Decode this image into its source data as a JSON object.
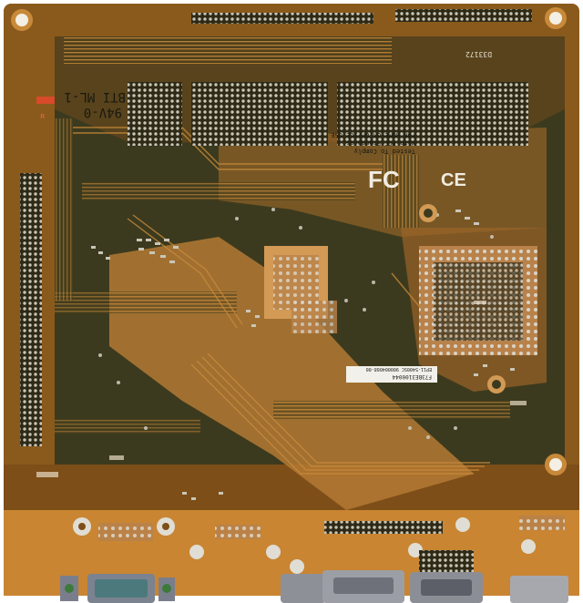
{
  "photo": {
    "subject": "motherboard",
    "view": "rear"
  },
  "silkscreen": {
    "ul_rating": "94V-0",
    "part_number": "BTI ML-1",
    "fcc_text_1": "Tested To Comply",
    "fcc_text_2": "With FCC Standards",
    "fcc_text_3": "FOR HOME OR OFFICE USE",
    "fcc_logo": "FC",
    "ce_mark": "CE",
    "board_id": "D33172",
    "label_line_1": "F73BE3100044",
    "label_line_2": "EP11-5400SC  900004008-00"
  },
  "colors": {
    "board": "#8a5a1c",
    "board_dark": "#3c3a1e",
    "copper": "#c88a3a",
    "pad": "#c9c6b8",
    "silk": "#1a1a10",
    "label": "#f2f0ea"
  }
}
